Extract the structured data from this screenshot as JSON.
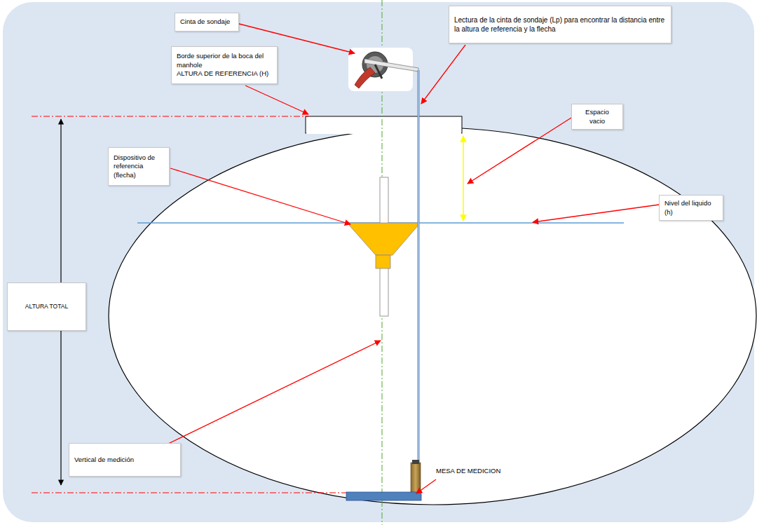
{
  "diagram": {
    "nodes": [
      {
        "text": [
          "Cinta de sondaje"
        ]
      },
      {
        "text": [
          "Borde superior de la boca del manhole",
          "ALTURA DE REFERENCIA (H)"
        ]
      },
      {
        "text": [
          "Lectura de la cinta de sondaje (Lp) para encontrar la distancia entre la altura de referencia y la flecha"
        ]
      },
      {
        "text": [
          "Espacio vacio"
        ]
      },
      {
        "text": [
          "Dispositivo de referencia (flecha)"
        ]
      },
      {
        "text": [
          "Nivel del liquido (h)"
        ]
      },
      {
        "text": [
          "ALTURA TOTAL"
        ]
      },
      {
        "text": [
          "Vertical de medición"
        ]
      }
    ],
    "labels": [
      "MESA DE MEDICION"
    ]
  }
}
